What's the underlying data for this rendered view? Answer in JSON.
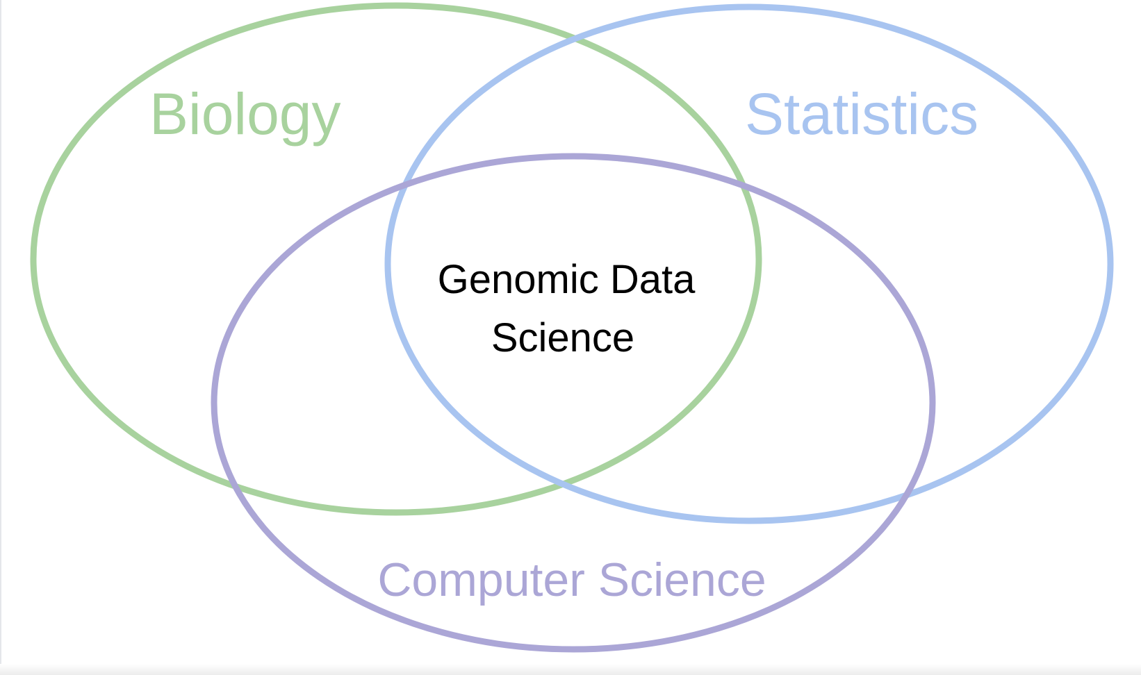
{
  "diagram": {
    "sets": [
      {
        "id": "biology",
        "label": "Biology",
        "color": "#a8d29e"
      },
      {
        "id": "statistics",
        "label": "Statistics",
        "color": "#a8c4f0"
      },
      {
        "id": "computer-science",
        "label": "Computer Science",
        "color": "#aba6d6"
      }
    ],
    "intersection": {
      "label_line1": "Genomic Data",
      "label_line2": "Science",
      "color": "#000000"
    }
  }
}
